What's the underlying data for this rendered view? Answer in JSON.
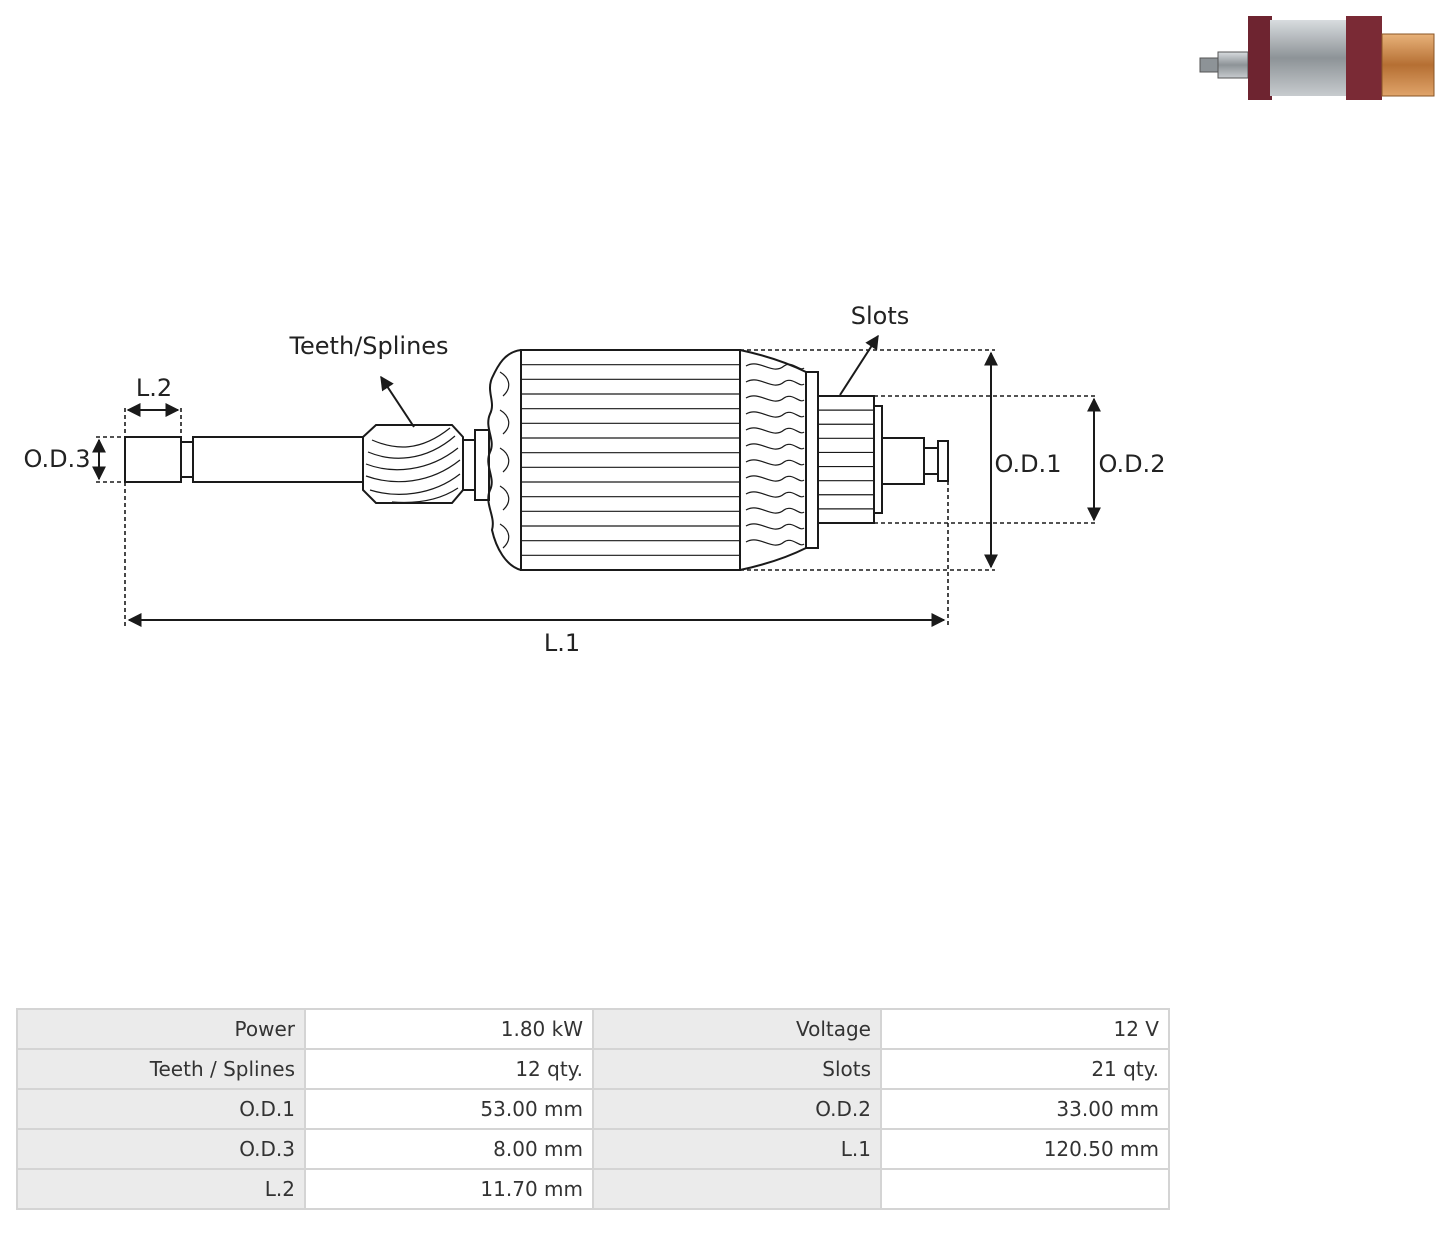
{
  "diagram": {
    "labels": {
      "teeth_splines": "Teeth/Splines",
      "slots": "Slots",
      "l2": "L.2",
      "od3": "O.D.3",
      "od1": "O.D.1",
      "od2": "O.D.2",
      "l1": "L.1"
    },
    "colors": {
      "line": "#1a1a1a",
      "copper": "#c98a4b",
      "winding": "#7a2a35",
      "steel": "#9aa0a4"
    }
  },
  "specs": {
    "rows": [
      [
        {
          "k": "Power",
          "v": "1.80 kW"
        },
        {
          "k": "Voltage",
          "v": "12 V"
        }
      ],
      [
        {
          "k": "Teeth / Splines",
          "v": "12 qty."
        },
        {
          "k": "Slots",
          "v": "21 qty."
        }
      ],
      [
        {
          "k": "O.D.1",
          "v": "53.00 mm"
        },
        {
          "k": "O.D.2",
          "v": "33.00 mm"
        }
      ],
      [
        {
          "k": "O.D.3",
          "v": "8.00 mm"
        },
        {
          "k": "L.1",
          "v": "120.50 mm"
        }
      ],
      [
        {
          "k": "L.2",
          "v": "11.70 mm"
        },
        {
          "k": "",
          "v": ""
        }
      ]
    ]
  }
}
